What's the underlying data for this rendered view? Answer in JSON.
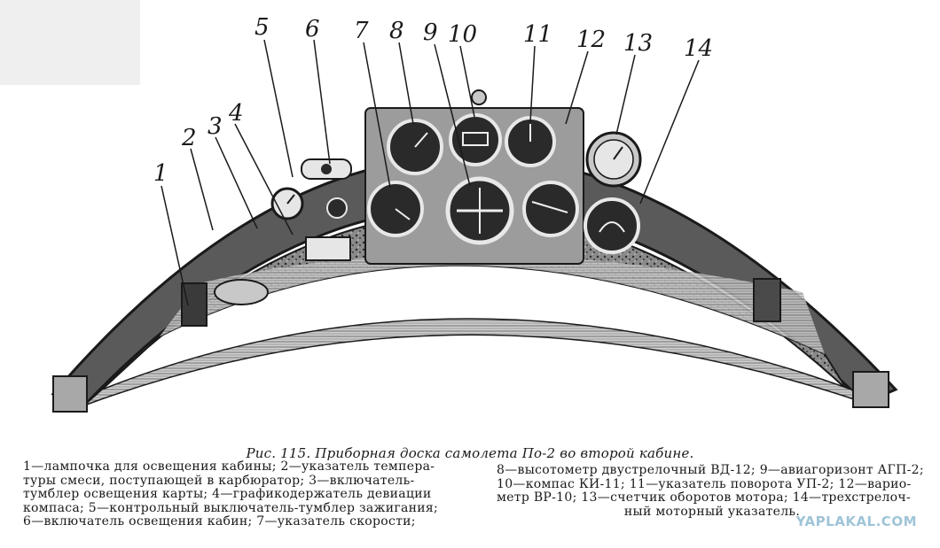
{
  "callouts": [
    "1",
    "2",
    "3",
    "4",
    "5",
    "6",
    "7",
    "8",
    "9",
    "10",
    "11",
    "12",
    "13",
    "14"
  ],
  "figure": {
    "caption": "Рис. 115. Приборная доска самолета По-2 во второй кабине."
  },
  "legend": {
    "left_lines": [
      "1—лампочка для освещения кабины; 2—указатель темпера-",
      "туры смеси, поступающей в карбюратор; 3—включатель-",
      "тумблер освещения карты; 4—графикодержатель девиации",
      "компаса; 5—контрольный выключатель-тумблер зажигания;",
      "6—включатель освещения кабин; 7—указатель скорости;"
    ],
    "right_lines": [
      "8—высотометр двустрелочный ВД-12; 9—авиагоризонт АГП-2;",
      "10—компас КИ-11; 11—указатель поворота УП-2; 12—варио-",
      "метр ВР-10; 13—счетчик оборотов мотора; 14—трехстрелоч-",
      "ный моторный указатель."
    ]
  },
  "watermark": "YAPLAKAL.COM",
  "colors": {
    "ink": "#1a1a1a",
    "paper": "#ffffff",
    "watermark": "#9fc4d8"
  }
}
